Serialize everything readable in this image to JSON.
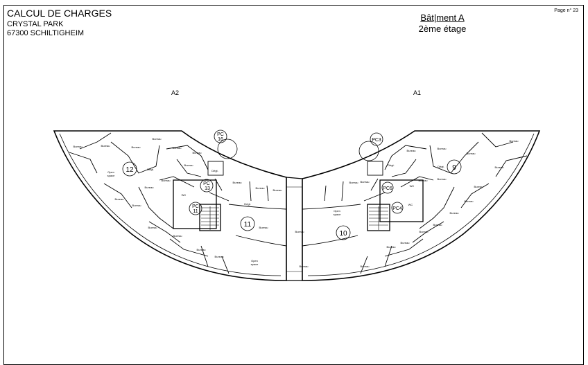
{
  "header": {
    "title": "CALCUL DE CHARGES",
    "address_line1": "CRYSTAL PARK",
    "address_line2": "67300 SCHILTIGHEIM",
    "building": "Bât|ment A",
    "floor": "2ème étage",
    "page": "Page n° 23"
  },
  "wings": {
    "left": "A2",
    "right": "A1"
  },
  "zones": {
    "z12": "12",
    "z11": "11",
    "z10": "10",
    "z9": "9"
  },
  "pc_labels": {
    "pc16a": "PC",
    "pc16b": "16",
    "pc3": "PC3",
    "pc13a": "PC",
    "pc13b": "13",
    "pc11a": "PC",
    "pc11b": "11",
    "pc6": "PC6",
    "pc4": "PC4"
  },
  "room_labels": {
    "bureau": "Bureau",
    "open": "Open",
    "space": "space",
    "degt": "Dégt.",
    "wc": "WC"
  }
}
